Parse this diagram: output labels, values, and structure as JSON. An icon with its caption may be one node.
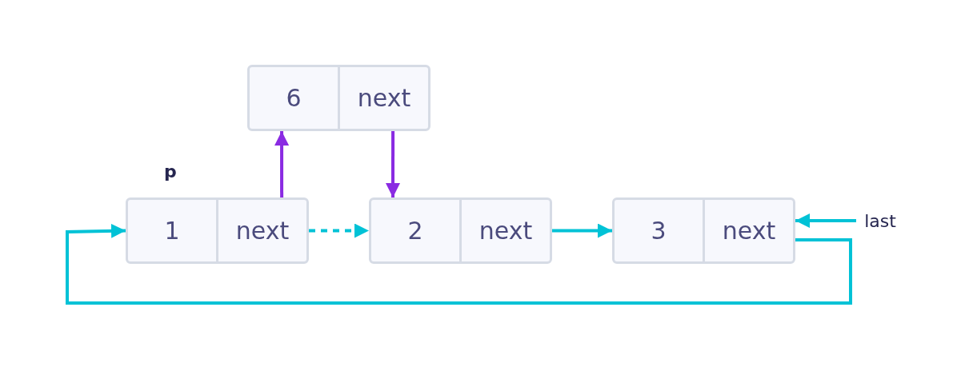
{
  "diagram": {
    "nodes": [
      {
        "text": [
          "6",
          "next"
        ]
      },
      {
        "text": [
          "1",
          "next"
        ],
        "beside": [
          "p"
        ]
      },
      {
        "text": [
          "2",
          "next"
        ]
      },
      {
        "text": [
          "3",
          "next"
        ]
      },
      {
        "text": [
          "last"
        ]
      }
    ],
    "edges": [
      {
        "from": 1,
        "to": 0,
        "arrow": "to",
        "color": "#8a2be2"
      },
      {
        "from": 0,
        "to": 2,
        "arrow": "to",
        "color": "#8a2be2"
      },
      {
        "from": 1,
        "to": 2,
        "arrow": "to",
        "style": "dashed"
      },
      {
        "from": 2,
        "to": 3,
        "arrow": "to"
      },
      {
        "from": 3,
        "to": 1,
        "arrow": "to"
      },
      {
        "from": 4,
        "to": 3,
        "arrow": "to"
      }
    ]
  }
}
